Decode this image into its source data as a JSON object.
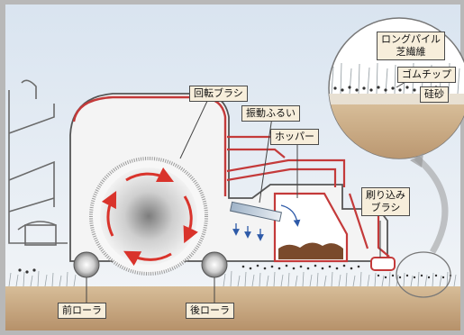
{
  "labels": {
    "rotary_brush": "回転ブラシ",
    "vibrating_screen": "振動ふるい",
    "hopper": "ホッパー",
    "brush_in": "刷り込み\nブラシ",
    "front_roller": "前ローラ",
    "rear_roller": "後ローラ",
    "long_pile": "ロングパイル\n芝繊維",
    "rubber_chip": "ゴムチップ",
    "silica_sand": "硅砂"
  },
  "colors": {
    "frame_red": "#c43a3a",
    "sky_top": "#dde8f3",
    "ground": "#c9aa84",
    "label_bg": "#f7eedb",
    "rubber": "#3a3a3a",
    "arrow_red": "#d9332b"
  }
}
